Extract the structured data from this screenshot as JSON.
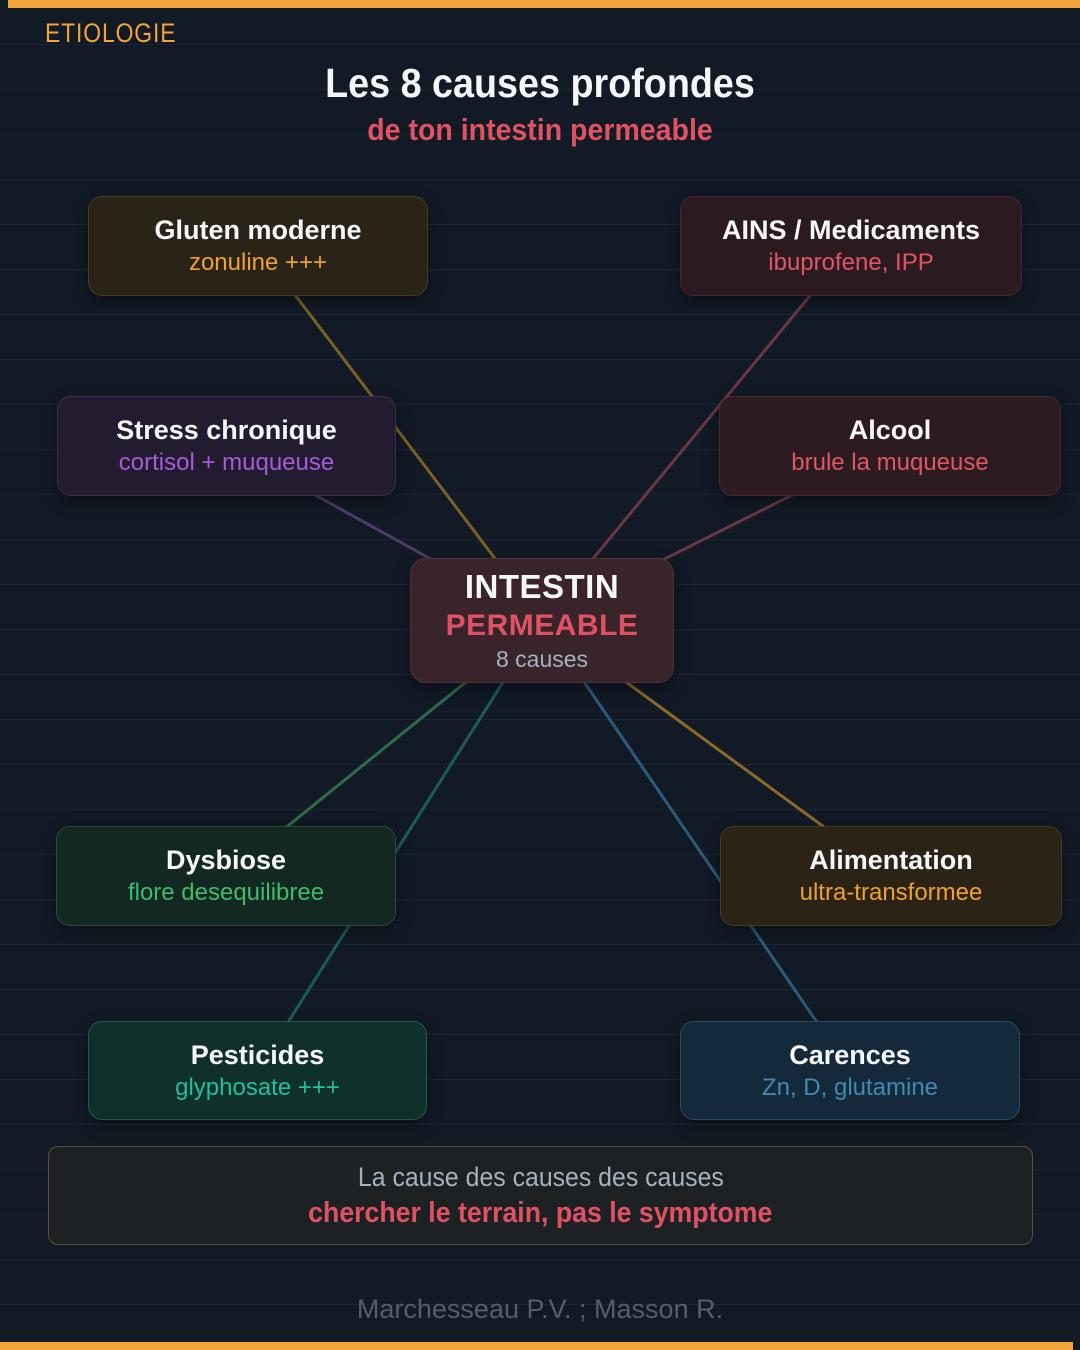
{
  "theme": {
    "bg": "#111a25",
    "grid_line": "#1a2433",
    "accent_orange": "#f2a33c",
    "title_red": "#e05263",
    "text_white": "#f4f6f7",
    "muted_gray": "#a4b2bd",
    "footer_gray": "#535f6d",
    "banner_bg": "#1e2124",
    "banner_border": "#57503c"
  },
  "header": {
    "tag": "ETIOLOGIE",
    "title": "Les 8 causes profondes",
    "subtitle": "de ton intestin permeable"
  },
  "center": {
    "title": "INTESTIN",
    "highlight": "PERMEABLE",
    "note": "8 causes",
    "colors": {
      "bg": "#3a242c",
      "border": "#533039"
    }
  },
  "causes": [
    {
      "id": "gluten",
      "title": "Gluten moderne",
      "subtitle": "zonuline +++",
      "colors": {
        "bg": "#2a2317",
        "border": "#453a23",
        "subtitle": "#f0a030",
        "line": "#7a6124"
      }
    },
    {
      "id": "ains",
      "title": "AINS / Medicaments",
      "subtitle": "ibuprofene, IPP",
      "colors": {
        "bg": "#2b1b21",
        "border": "#47262f",
        "subtitle": "#e25566",
        "line": "#6b3745"
      }
    },
    {
      "id": "stress",
      "title": "Stress chronique",
      "subtitle": "cortisol + muqueuse",
      "colors": {
        "bg": "#231c30",
        "border": "#3a2d4e",
        "subtitle": "#a55cd8",
        "line": "#4e3b69"
      }
    },
    {
      "id": "alcool",
      "title": "Alcool",
      "subtitle": "brule la muqueuse",
      "colors": {
        "bg": "#2c1b20",
        "border": "#4a262e",
        "subtitle": "#e25566",
        "line": "#6b3745"
      }
    },
    {
      "id": "dysbiose",
      "title": "Dysbiose",
      "subtitle": "flore desequilibree",
      "colors": {
        "bg": "#132820",
        "border": "#2a4a3a",
        "subtitle": "#3dbb6e",
        "line": "#2e6b48"
      }
    },
    {
      "id": "alimentation",
      "title": "Alimentation",
      "subtitle": "ultra-transformee",
      "colors": {
        "bg": "#2b2316",
        "border": "#453a22",
        "subtitle": "#f0a030",
        "line": "#8a6a26"
      }
    },
    {
      "id": "pesticides",
      "title": "Pesticides",
      "subtitle": "glyphosate +++",
      "colors": {
        "bg": "#10302c",
        "border": "#235a50",
        "subtitle": "#20c09c",
        "line": "#1d5c54"
      }
    },
    {
      "id": "carences",
      "title": "Carences",
      "subtitle": "Zn, D, glutamine",
      "colors": {
        "bg": "#142a3a",
        "border": "#274a63",
        "subtitle": "#4189b4",
        "line": "#2d5a78"
      }
    }
  ],
  "banner": {
    "line1": "La cause des causes des causes",
    "line2": "chercher le terrain, pas le symptome"
  },
  "footer": {
    "credit": "Marchesseau P.V. ; Masson R."
  }
}
